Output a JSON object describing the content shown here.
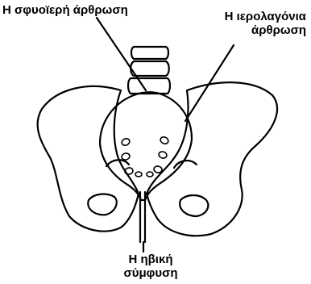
{
  "labels": {
    "lumbosacral_joint": "Η σφυοϊερή άρθρωση",
    "sacroiliac_joint_line1": "Η ιερολαγόνια",
    "sacroiliac_joint_line2": "άρθρωση",
    "pubic_symphysis_line1": "Η ηβική",
    "pubic_symphysis_line2": "σύμφυση"
  },
  "colors": {
    "stroke": "#000000",
    "background": "#ffffff"
  }
}
